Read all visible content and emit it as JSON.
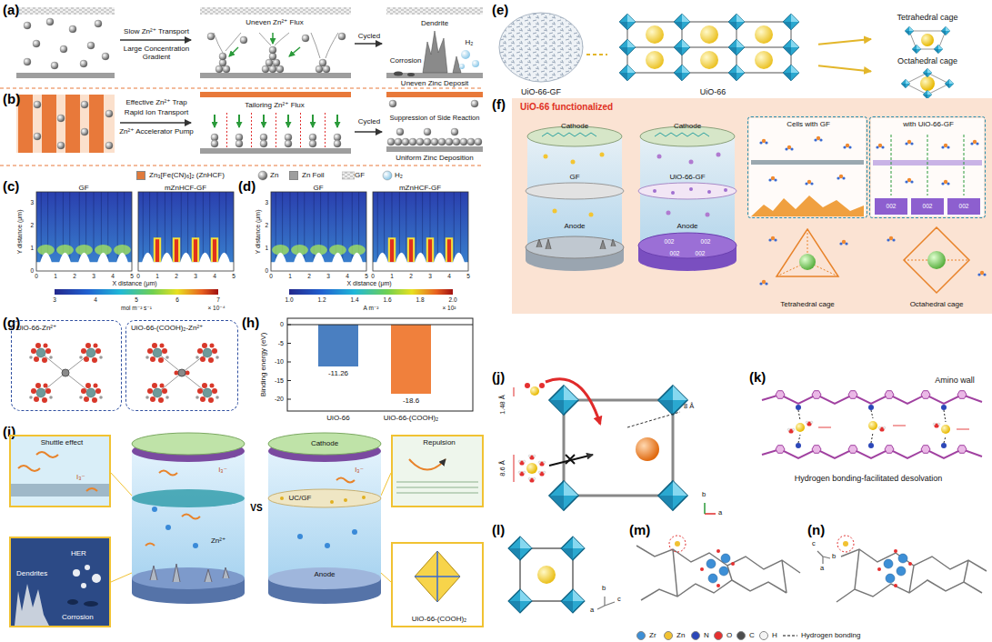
{
  "diagram": {
    "nodes": [
      {
        "text": [
          "UiO-66-GF"
        ]
      },
      {
        "text": [
          "UiO-66"
        ]
      },
      {
        "text": [
          "Tetrahedral cage"
        ]
      },
      {
        "text": [
          "Octahedral cage"
        ]
      },
      {
        "text": [
          "Cells with GF"
        ]
      },
      {
        "text": [
          "with UiO-66-GF"
        ]
      },
      {
        "text": [
          "UiO-66-Zn²⁺"
        ]
      },
      {
        "text": [
          "UiO-66-(COOH)₂-Zn²⁺"
        ]
      },
      {
        "text": [
          "Shuttle effect",
          "I₃⁻"
        ]
      },
      {
        "text": [
          "Dendrites",
          "HER",
          "Corrosion"
        ]
      },
      {
        "text": [
          "Repulsion"
        ]
      },
      {
        "text": [
          "UiO-66-(COOH)₂"
        ]
      }
    ],
    "edges": [
      {
        "from": 0,
        "to": 1,
        "arrow": "none"
      },
      {
        "from": 1,
        "to": 2,
        "arrow": "to"
      },
      {
        "from": 1,
        "to": 3,
        "arrow": "to"
      }
    ],
    "labels": [
      "(a)",
      "(b)",
      "(c)",
      "(d)",
      "(e)",
      "(f)",
      "(g)",
      "(h)",
      "(i)",
      "(j)",
      "(k)",
      "(l)",
      "(m)",
      "(n)",
      "Slow Zn²⁺ Transport",
      "Large Concentration Gradient",
      "Uneven Zn²⁺ Flux",
      "Cycled",
      "Dendrite",
      "Corrosion",
      "H₂",
      "Uneven Zinc Deposit",
      "Effective Zn²⁺ Trap",
      "Rapid Ion Transport",
      "Zn²⁺ Accelerator Pump",
      "Tailoring Zn²⁺ Flux",
      "Cycled",
      "Suppression of Side Reaction",
      "Uniform Zinc Deposition",
      "GF",
      "mZnHCF-GF",
      "Y distance (μm)",
      "X distance (μm)",
      "3",
      "2",
      "1",
      "0",
      "0",
      "1",
      "2",
      "3",
      "4",
      "5",
      "0",
      "1",
      "2",
      "3",
      "4",
      "5",
      "3",
      "4",
      "5",
      "6",
      "7",
      "mol m⁻² s⁻¹",
      "× 10⁻⁴",
      "GF",
      "mZnHCF-GF",
      "Y distance (μm)",
      "X distance (μm)",
      "3",
      "2",
      "1",
      "0",
      "0",
      "1",
      "2",
      "3",
      "4",
      "5",
      "0",
      "1",
      "2",
      "3",
      "4",
      "5",
      "1.0",
      "1.2",
      "1.4",
      "1.6",
      "1.8",
      "2.0",
      "A m⁻²",
      "× 10²",
      "UiO-66 functionalized",
      "Cathode",
      "GF",
      "Anode",
      "Cathode",
      "UiO-66-GF",
      "Anode",
      "002",
      "002",
      "002",
      "002",
      "Tetrahedral cage",
      "Octahedral cage",
      "002",
      "002",
      "002",
      "Binding energy (eV)",
      "0",
      "-5",
      "-10",
      "-15",
      "-20",
      "-11.26",
      "-18.6",
      "UiO-66",
      "UiO-66-(COOH)₂",
      "Cathode",
      "Zn²⁺",
      "UC/GF",
      "Anode",
      "I₃⁻",
      "I₃⁻",
      "VS",
      "1.48 Å",
      "8.6 Å",
      "8 Å",
      "a",
      "b",
      "Amino wall",
      "Hydrogen bonding-facilitated desolvation",
      "a",
      "c",
      "b",
      "c",
      "b",
      "a"
    ],
    "legend": [
      {
        "text": "Zn₃[Fe(CN)₆]₂ (ZnHCF)",
        "color": "#e07a3c"
      },
      {
        "text": "Zn"
      },
      {
        "text": "Zn Foil",
        "color": "#9e9e9e"
      },
      {
        "text": "GF"
      },
      {
        "text": "H₂"
      },
      {
        "text": "Zr",
        "color": "#3d8fd6"
      },
      {
        "text": "Zn",
        "color": "#f1c232"
      },
      {
        "text": "N",
        "color": "#2c47b8"
      },
      {
        "text": "O",
        "color": "#e53030"
      },
      {
        "text": "C",
        "color": "#4d4d4d"
      },
      {
        "text": "H",
        "color": "#f4f4f4"
      },
      {
        "text": "Hydrogen bonding"
      }
    ]
  }
}
